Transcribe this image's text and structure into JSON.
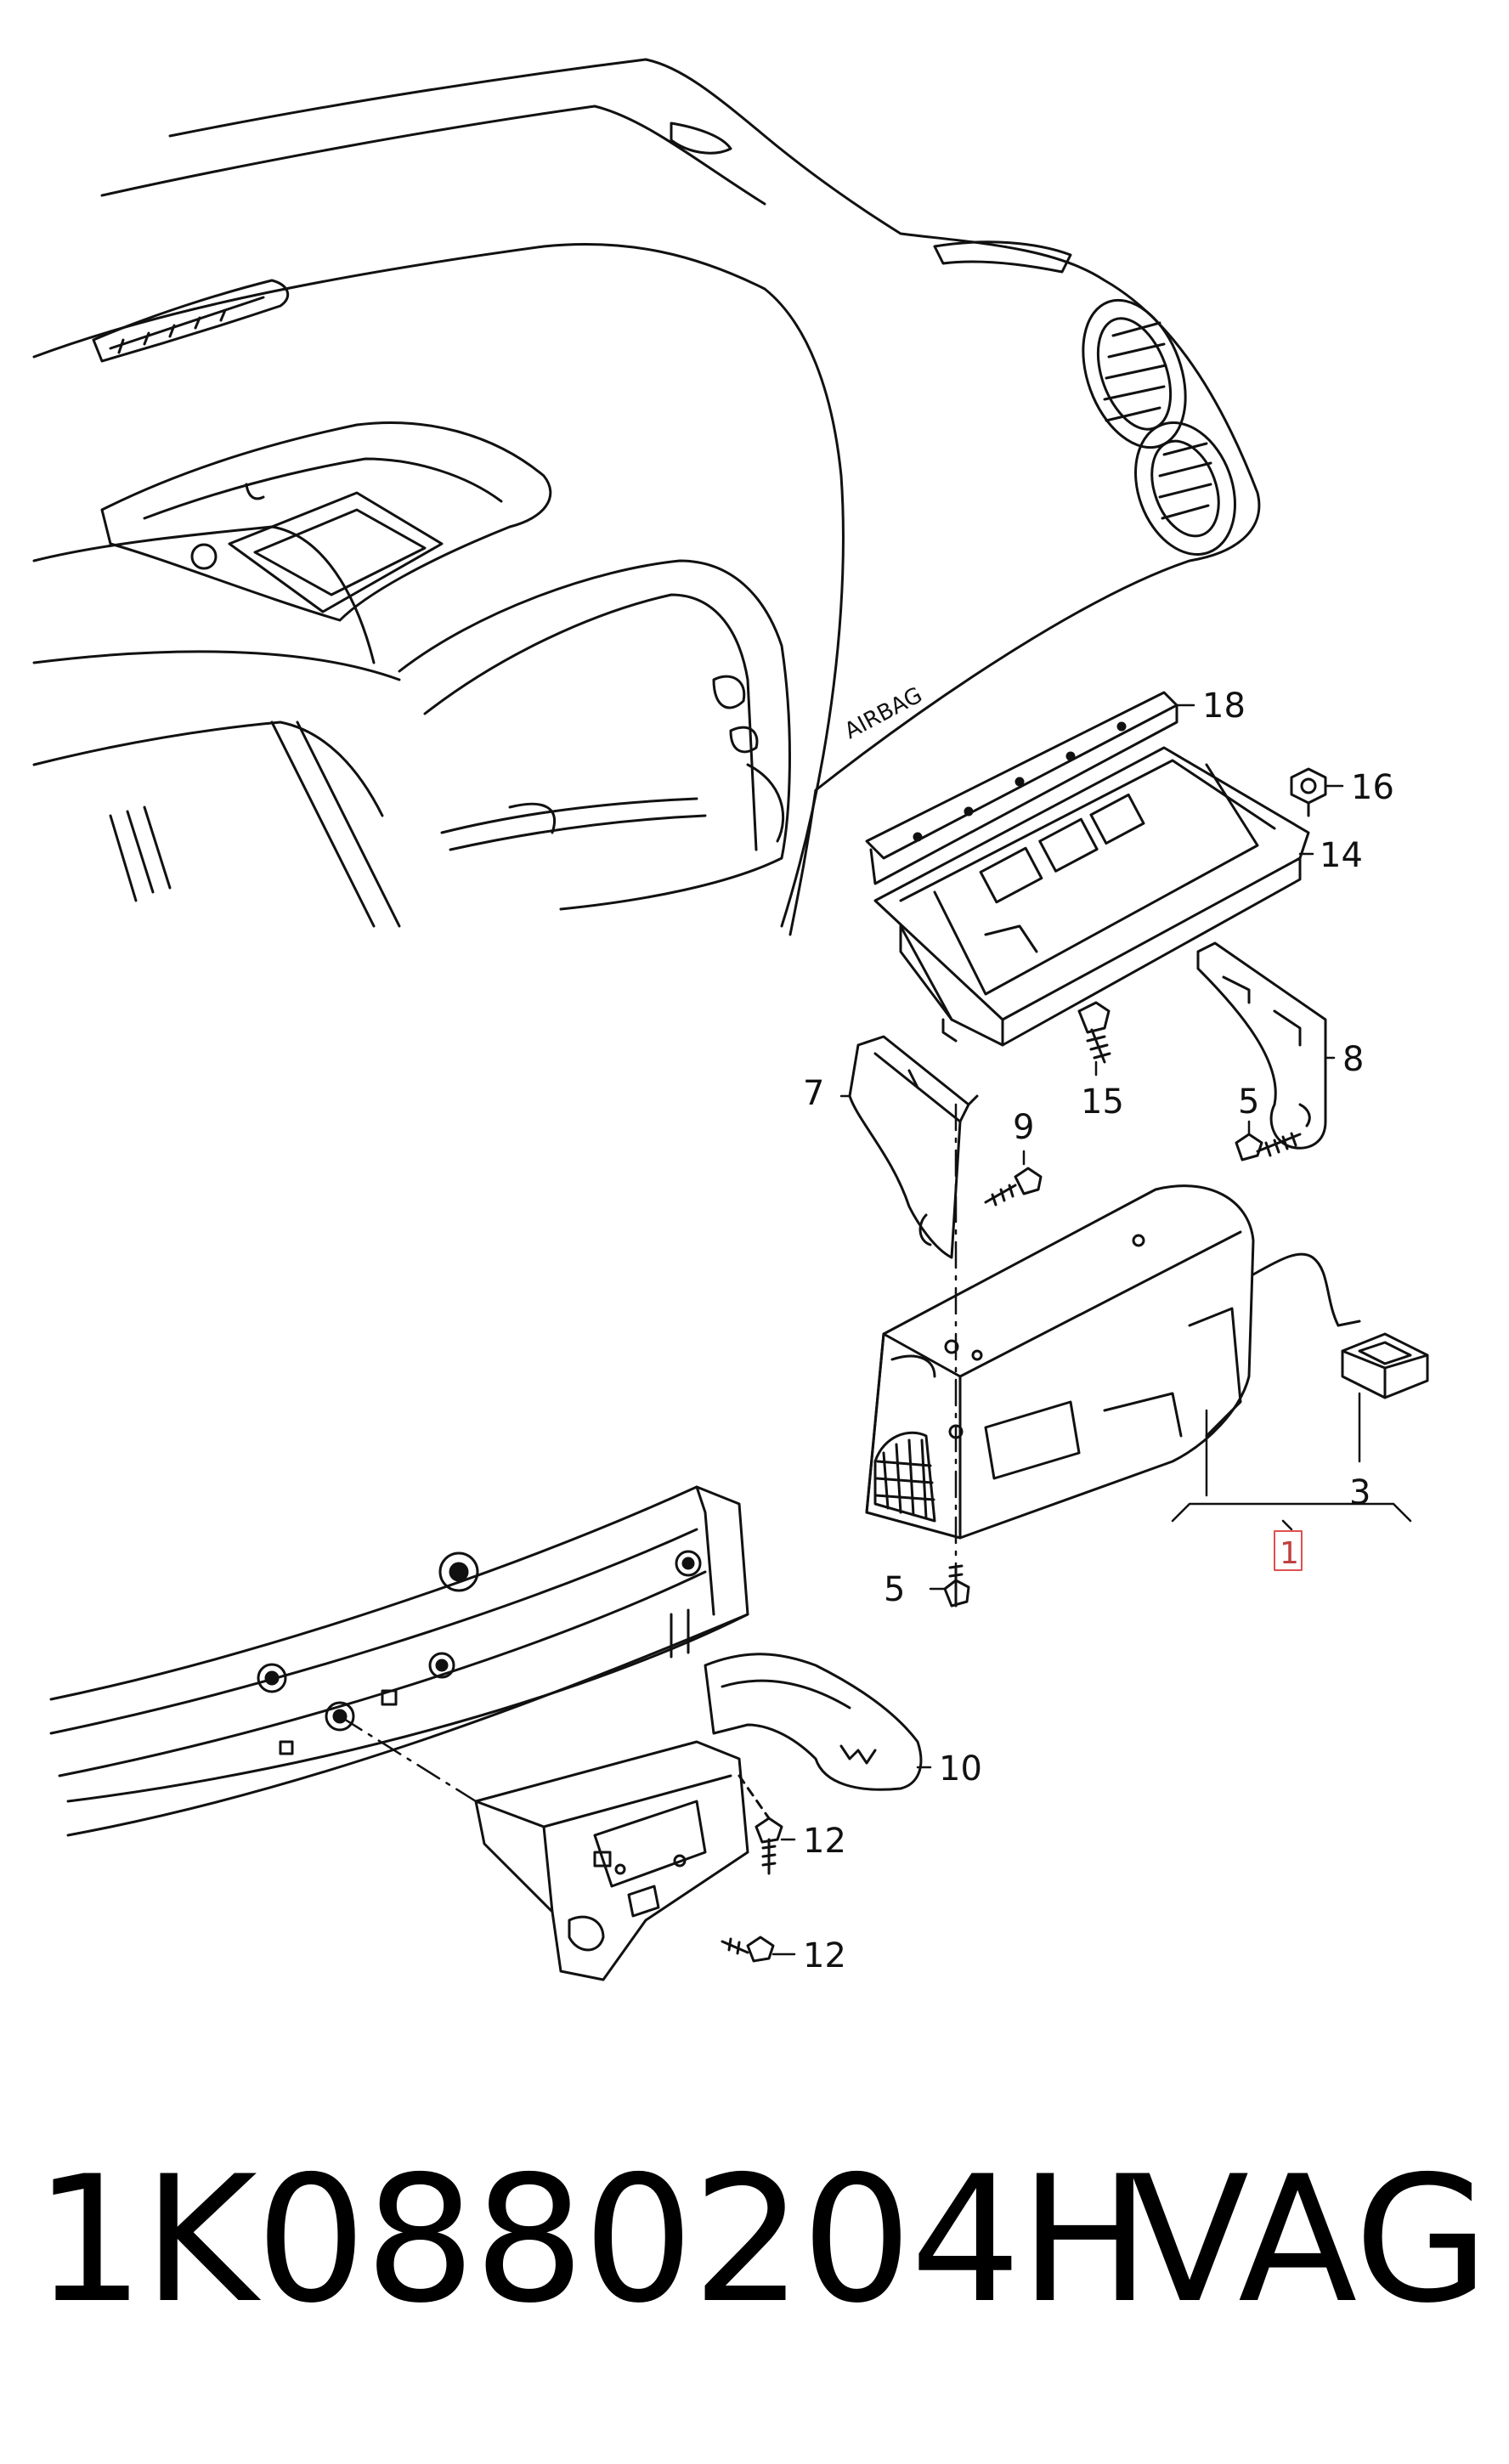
{
  "diagram": {
    "stamp_text": "AIRBAG",
    "callouts": [
      {
        "id": "c18",
        "label": "18"
      },
      {
        "id": "c16",
        "label": "16"
      },
      {
        "id": "c14",
        "label": "14"
      },
      {
        "id": "c8",
        "label": "8"
      },
      {
        "id": "c7",
        "label": "7"
      },
      {
        "id": "c9",
        "label": "9"
      },
      {
        "id": "c15",
        "label": "15"
      },
      {
        "id": "c5a",
        "label": "5"
      },
      {
        "id": "c3",
        "label": "3"
      },
      {
        "id": "c1",
        "label": "1"
      },
      {
        "id": "c5b",
        "label": "5"
      },
      {
        "id": "c10",
        "label": "10"
      },
      {
        "id": "c12a",
        "label": "12"
      },
      {
        "id": "c12b",
        "label": "12"
      }
    ]
  },
  "footer": {
    "part_number": "1K0880204H",
    "brand": "VAG"
  }
}
